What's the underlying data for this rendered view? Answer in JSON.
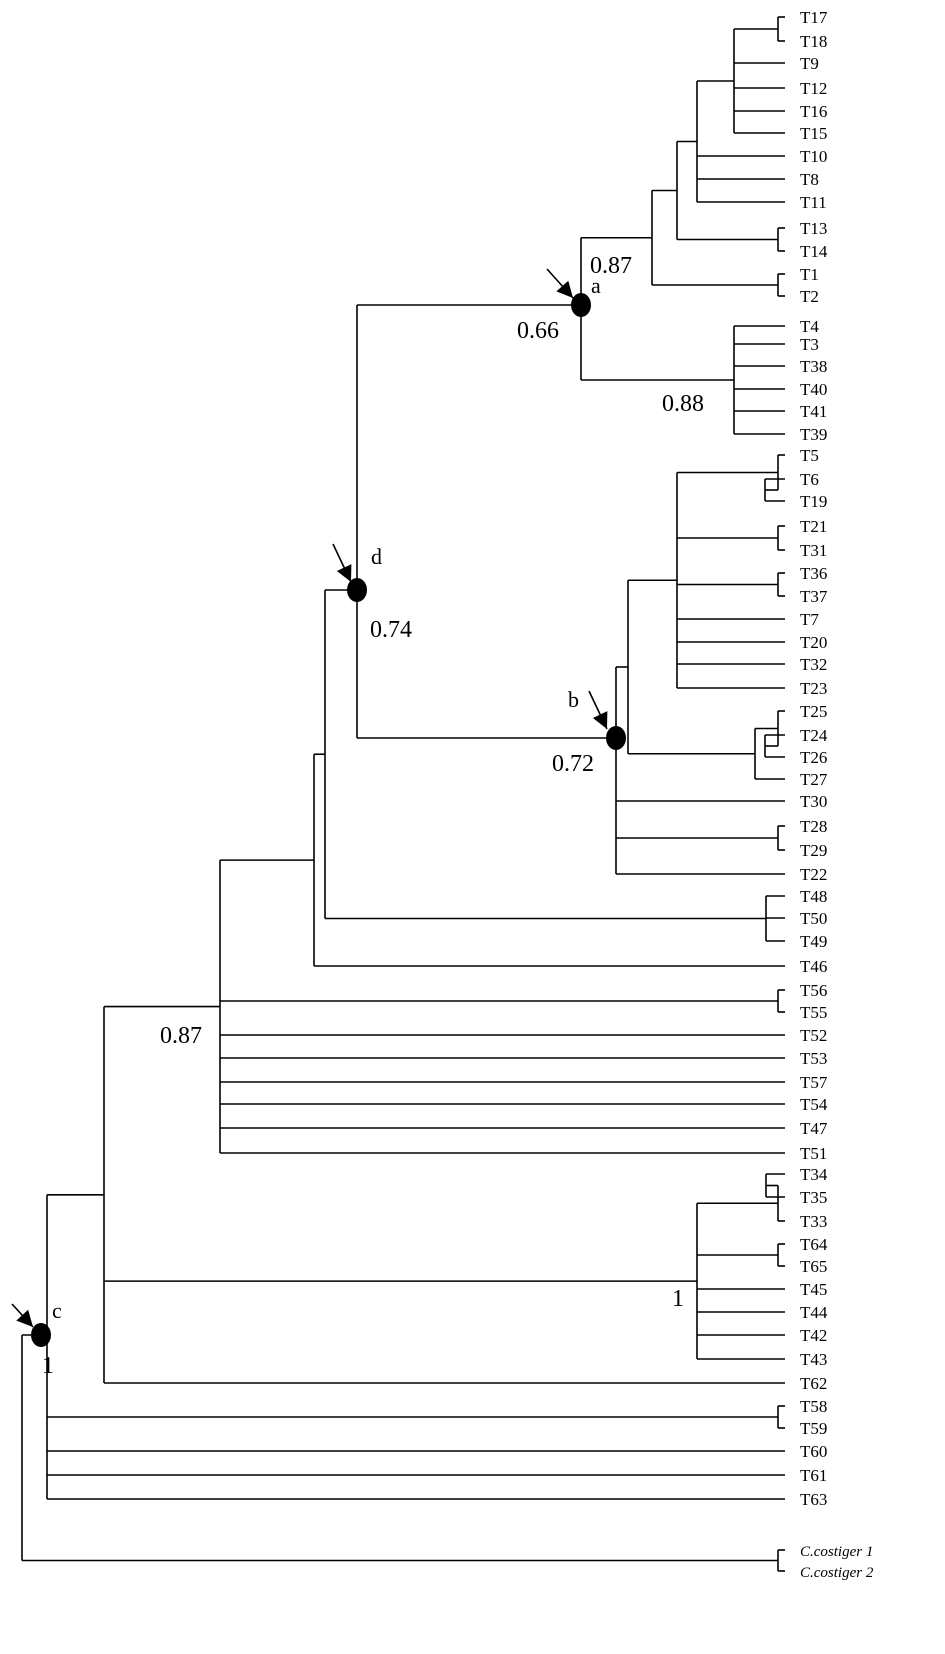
{
  "tree": {
    "leaves": [
      "T17",
      "T18",
      "T9",
      "T12",
      "T16",
      "T15",
      "T10",
      "T8",
      "T11",
      "T13",
      "T14",
      "T1",
      "T2",
      "T4",
      "T3",
      "T38",
      "T40",
      "T41",
      "T39",
      "T5",
      "T6",
      "T19",
      "T21",
      "T31",
      "T36",
      "T37",
      "T7",
      "T20",
      "T32",
      "T23",
      "T25",
      "T24",
      "T26",
      "T27",
      "T30",
      "T28",
      "T29",
      "T22",
      "T48",
      "T50",
      "T49",
      "T46",
      "T56",
      "T55",
      "T52",
      "T53",
      "T57",
      "T54",
      "T47",
      "T51",
      "T34",
      "T35",
      "T33",
      "T64",
      "T65",
      "T45",
      "T44",
      "T42",
      "T43",
      "T62",
      "T58",
      "T59",
      "T60",
      "T61",
      "T63",
      "C.costiger 1",
      "C.costiger 2"
    ],
    "italic_leaves": [
      "C.costiger 1",
      "C.costiger 2"
    ],
    "structure": "((((((((T17,T18),T9,T12,T16,T15),T10,T8,T11),(T13,T14)),(T1,T2)),(T4,T3,T38,T40,T41,T39)),((((T5,(T6,T19)),(T21,T31),(T36,T37),T7,T20,T32,T23),((T25,(T24,T26)),T27)),T30,(T28,T29),T22)),(T48,T50,T49)),T46),(T56,T55),T52,T53,T57,T54,T47,T51),((T34,T35),T33),(T64,T65),T45,T44,T42,T43),T62),(T58,T59),T60,T61,T63),(C.costiger 1,C.costiger 2))",
    "support_values": [
      "0.87",
      "0.66",
      "0.88",
      "0.74",
      "0.72",
      "0.87",
      "1",
      "1"
    ],
    "marked_nodes": [
      "a",
      "b",
      "c",
      "d"
    ]
  }
}
